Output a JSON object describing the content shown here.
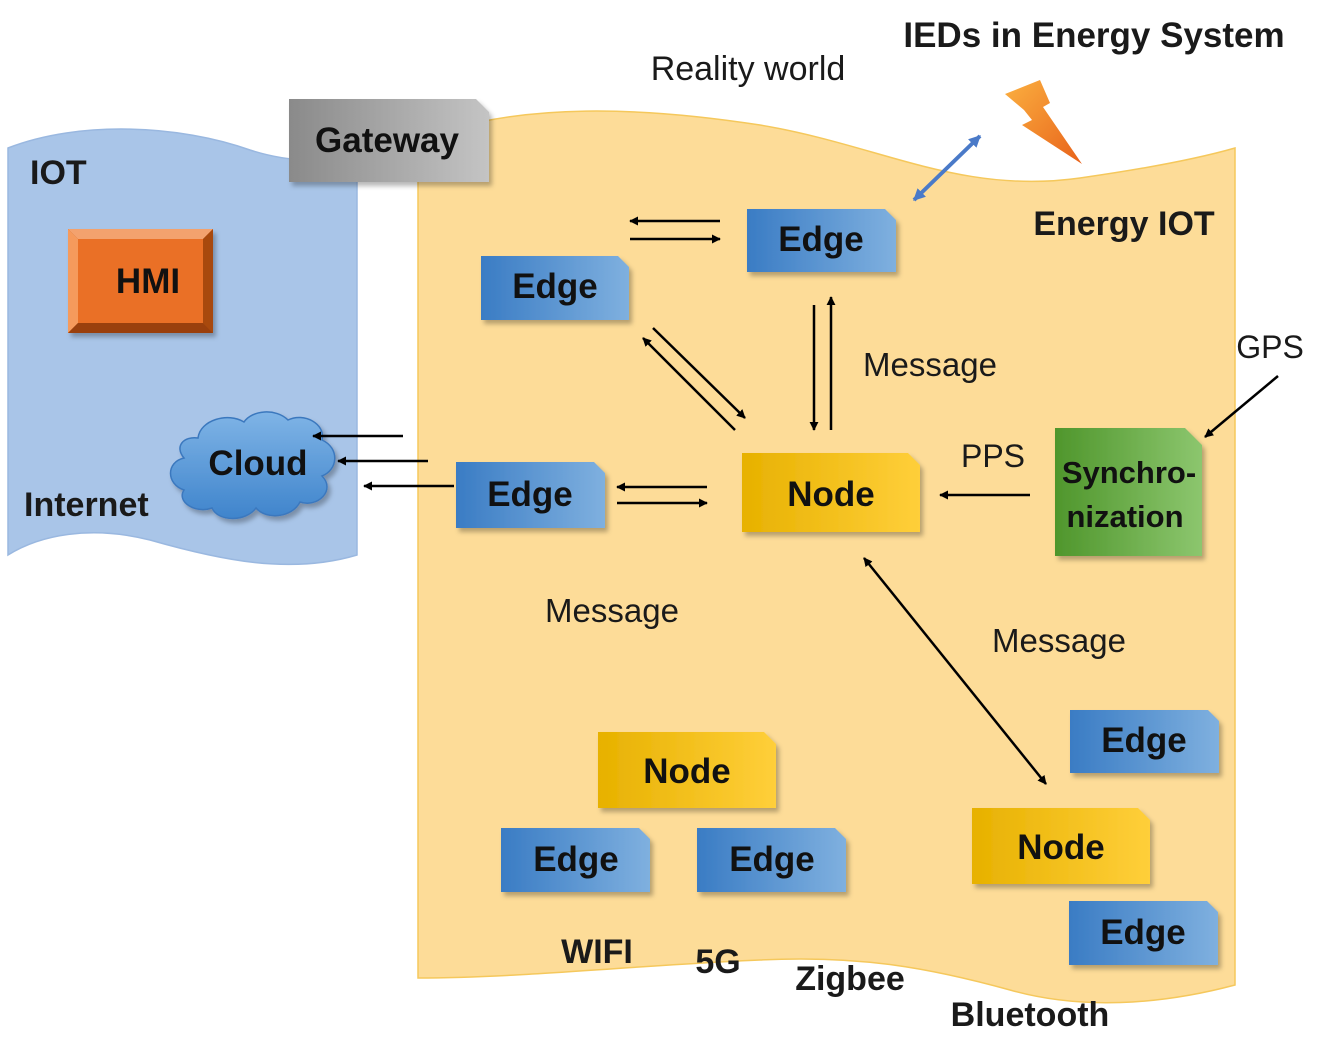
{
  "title": "IEDs in Energy System",
  "reality_label": "Reality world",
  "iot_panel": {
    "title": "IOT",
    "hmi": "HMI",
    "cloud": "Cloud",
    "internet": "Internet"
  },
  "gateway": "Gateway",
  "energy_iot_label": "Energy IOT",
  "edges": {
    "top": "Edge",
    "upper_left": "Edge",
    "middle": "Edge",
    "bottom_left": "Edge",
    "bottom_center": "Edge",
    "right_top": "Edge",
    "right_bottom": "Edge"
  },
  "nodes": {
    "main": "Node",
    "bottom_center": "Node",
    "bottom_right": "Node"
  },
  "synchronization": {
    "line1": "Synchro-",
    "line2": "nization"
  },
  "signals": {
    "gps": "GPS",
    "pps": "PPS"
  },
  "messages": {
    "vertical": "Message",
    "lower_left": "Message",
    "lower_right": "Message"
  },
  "protocols": {
    "wifi": "WIFI",
    "fiveg": "5G",
    "zigbee": "Zigbee",
    "bluetooth": "Bluetooth"
  },
  "colors": {
    "iot_panel": "#a9c5e8",
    "energy_panel": "#fddc98",
    "edge_blue": "#3f82c8",
    "node_gold": "#f4bd10",
    "sync_green": "#5b9f35",
    "hmi_orange": "#e8712a",
    "gateway_gray": "#8c8c8c",
    "bolt_orange": "#f07a1a",
    "link_blue": "#4a7ac8"
  }
}
